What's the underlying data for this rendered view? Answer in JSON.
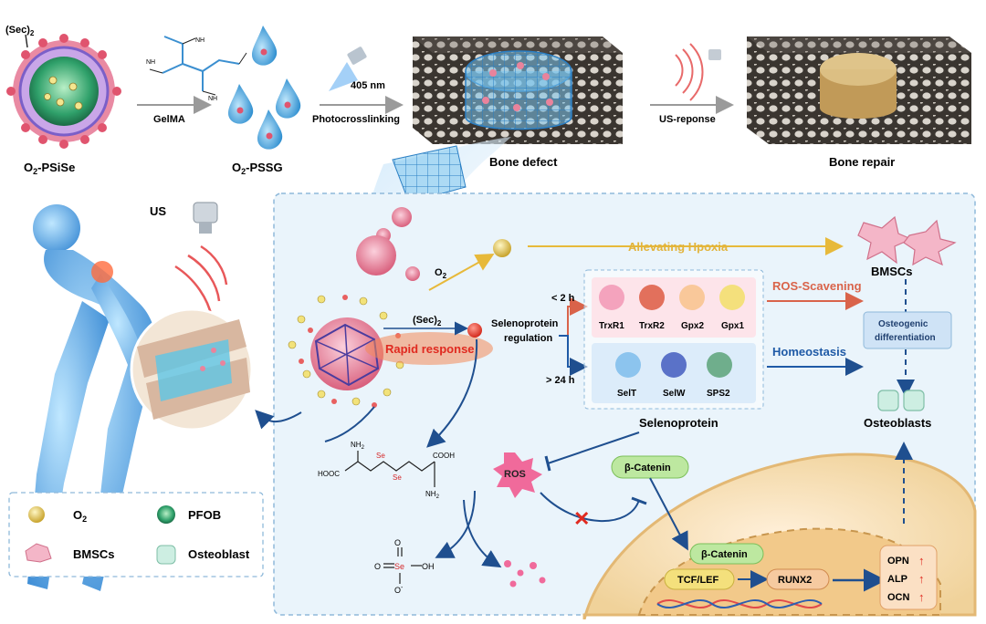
{
  "top": {
    "sec2": "(Sec)",
    "sec2_sub": "2",
    "o2psise": "O",
    "o2psise_sub": "2",
    "o2psise_rest": "-PSiSe",
    "gelma": "GelMA",
    "o2pssg": "O",
    "o2pssg_sub": "2",
    "o2pssg_rest": "-PSSG",
    "nm405": "405 nm",
    "photocrosslinking": "Photocrosslinking",
    "bone_defect": "Bone defect",
    "us_reponse": "US-reponse",
    "bone_repair": "Bone repair"
  },
  "main": {
    "us": "US",
    "o2": "O",
    "o2_sub": "2",
    "sec2": "(Sec)",
    "sec2_sub": "2",
    "rapid_response": "Rapid response",
    "seleno_regulation_1": "Selenoprotein",
    "seleno_regulation_2": "regulation",
    "lt2h": "< 2 h",
    "gt24h": "> 24 h",
    "proteins_top": [
      "TrxR1",
      "TrxR2",
      "Gpx2",
      "Gpx1"
    ],
    "proteins_bottom": [
      "SelT",
      "SelW",
      "SPS2"
    ],
    "selenoprotein": "Selenoprotein",
    "alleviating_hypoxia": "Allevating Hpoxia",
    "bmscs": "BMSCs",
    "ros_scavening": "ROS-Scavening",
    "homeostasis": "Homeostasis",
    "osteo_diff_1": "Osteogenic",
    "osteo_diff_2": "differentiation",
    "osteoblasts": "Osteoblasts",
    "ros": "ROS",
    "beta_catenin": "β-Catenin",
    "beta_catenin_2": "β-Catenin",
    "tcf_lef": "TCF/LEF",
    "runx2": "RUNX2",
    "markers": [
      "OPN",
      "ALP",
      "OCN"
    ],
    "chem": {
      "nh2_a": "NH",
      "hooc": "HOOC",
      "se1": "Se",
      "se2": "Se",
      "cooh": "COOH",
      "nh2_b": "NH",
      "o_top": "O",
      "o_left": "O",
      "se_mid": "Se",
      "oh": "OH",
      "o_bottom": "O",
      "minus": "-"
    }
  },
  "legend": {
    "o2": "O",
    "o2_sub": "2",
    "pfob": "PFOB",
    "bmscs": "BMSCs",
    "osteoblast": "Osteoblast"
  },
  "colors": {
    "panel_bg": "#eaf4fb",
    "panel_border": "#8fb9da",
    "red_accent": "#e23b2e",
    "yellow_path": "#e7b93a",
    "blue_path": "#1f5aa6",
    "orange_path": "#d9634a",
    "pink_particle": "#e9839c",
    "nucleus": "#f5d7a1"
  }
}
